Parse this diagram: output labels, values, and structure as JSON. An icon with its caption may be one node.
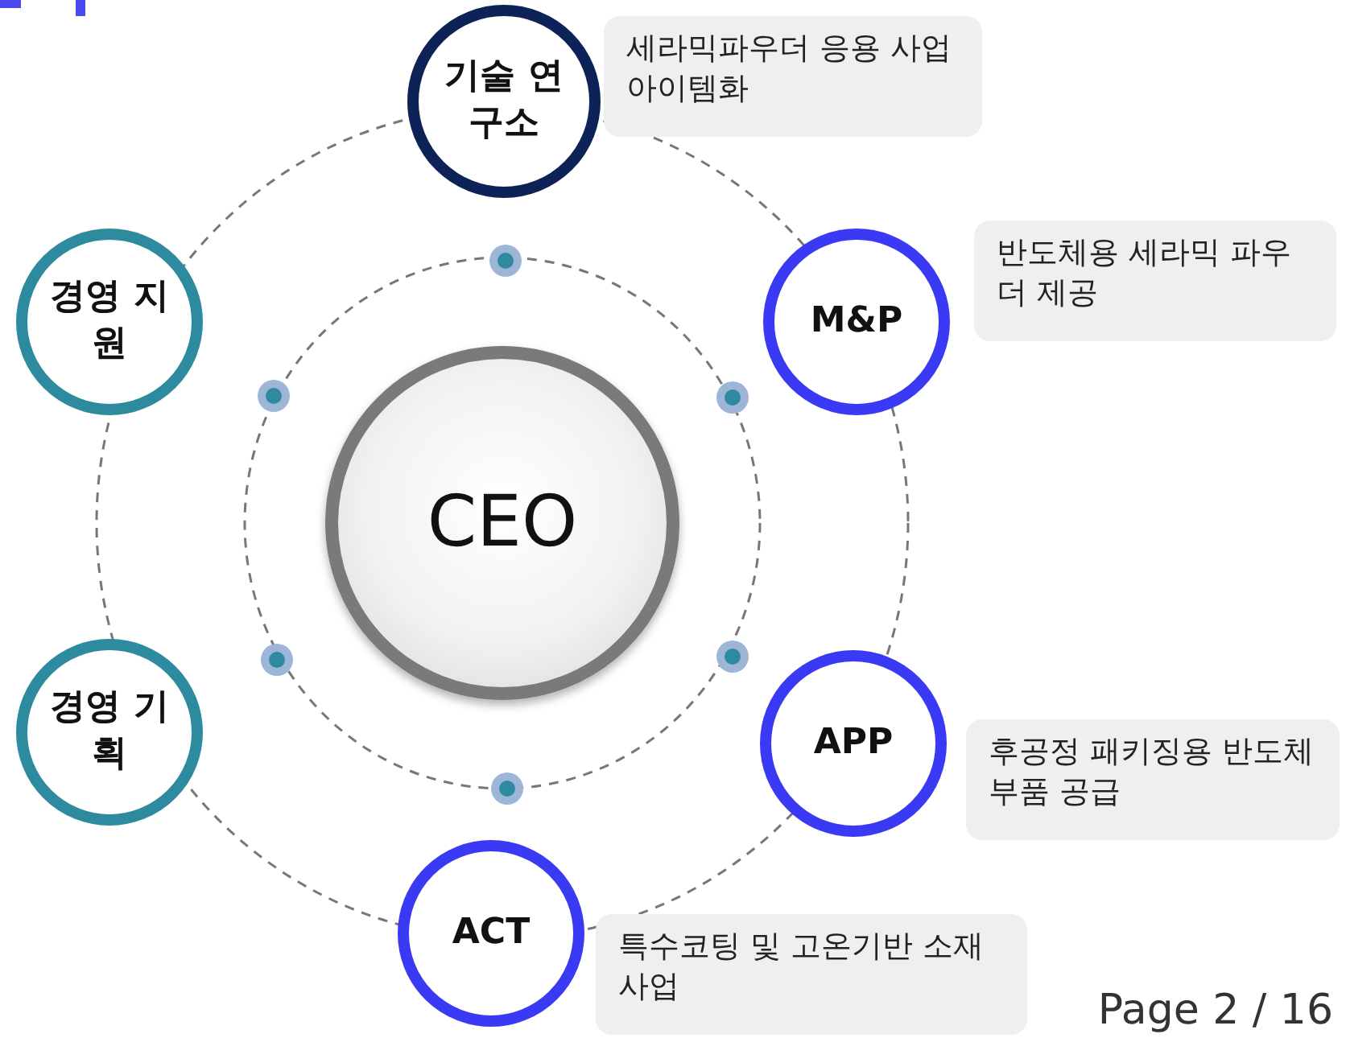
{
  "diagram": {
    "nodes": [
      {
        "text": [
          "기술 연구소"
        ],
        "beside": [
          "세라믹파우더 응용 사업 아이템화"
        ]
      },
      {
        "text": [
          "M&P"
        ],
        "beside": [
          "반도체용 세라믹 파우더 제공"
        ]
      },
      {
        "text": [
          "경영 지원"
        ]
      },
      {
        "text": [
          "CEO"
        ]
      },
      {
        "text": [
          "APP"
        ],
        "beside": [
          "후공정 패키징용 반도체 부품 공급"
        ]
      },
      {
        "text": [
          "경영 기획"
        ]
      },
      {
        "text": [
          "ACT"
        ],
        "beside": [
          "특수코팅 및 고온기반 소재 사업"
        ]
      }
    ],
    "edges": [],
    "labels": [
      "Page 2 / 16"
    ]
  }
}
